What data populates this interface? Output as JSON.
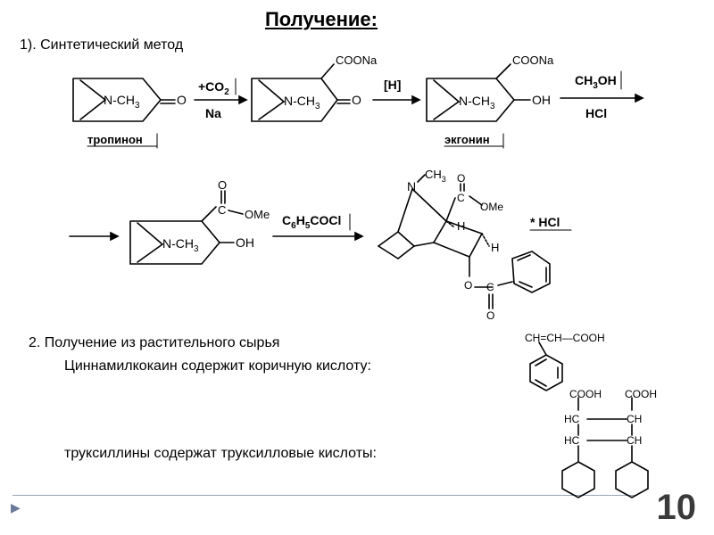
{
  "slide": {
    "title": "Получение:",
    "section1": "1). Синтетический метод",
    "section2": "2. Получение из растительного сырья",
    "line_cinnamyl": "Циннамилкокаин содержит коричную кислоту:",
    "line_truxillin": "труксиллины содержат труксилловые кислоты:",
    "page_number": "10"
  },
  "row1": {
    "tropinone": {
      "nch3": "N-CH",
      "nch3_sub": "3",
      "o": "O",
      "name": "тропинон"
    },
    "step1": {
      "above": "+CO",
      "above_sub": "2",
      "below": "Na"
    },
    "comp2": {
      "coona": "COONa",
      "nch3": "N-CH",
      "nch3_sub": "3",
      "o": "O"
    },
    "step2": {
      "above": "[H]"
    },
    "ecgonine": {
      "coona": "COONa",
      "nch3": "N-CH",
      "nch3_sub": "3",
      "oh": "OH",
      "name": "экгонин"
    },
    "step3": {
      "above": "CH",
      "above_sub": "3",
      "above_tail": "OH",
      "below": "HCl"
    }
  },
  "row2": {
    "ester": {
      "o": "O",
      "c": "C",
      "ome": "OMe",
      "nch3": "N-CH",
      "nch3_sub": "3",
      "oh": "OH"
    },
    "step4": {
      "a": "C",
      "a_sub": "6",
      "b": "H",
      "b_sub": "5",
      "c": "COCl"
    },
    "cocaine": {
      "n": "N",
      "ch3": "CH",
      "ch3_sub": "3",
      "c": "C",
      "o1": "O",
      "ome": "OMe",
      "h1": "H",
      "h2": "H",
      "o2": "O",
      "c2": "C",
      "o3": "O"
    },
    "salt": "* HCl"
  },
  "structures": {
    "cinnamic": "CH=CH—COOH",
    "truxillic": {
      "cooh_left": "COOH",
      "cooh_right": "COOH",
      "hc1": "HC",
      "ch1": "CH",
      "hc2": "HC",
      "ch2": "CH"
    }
  }
}
